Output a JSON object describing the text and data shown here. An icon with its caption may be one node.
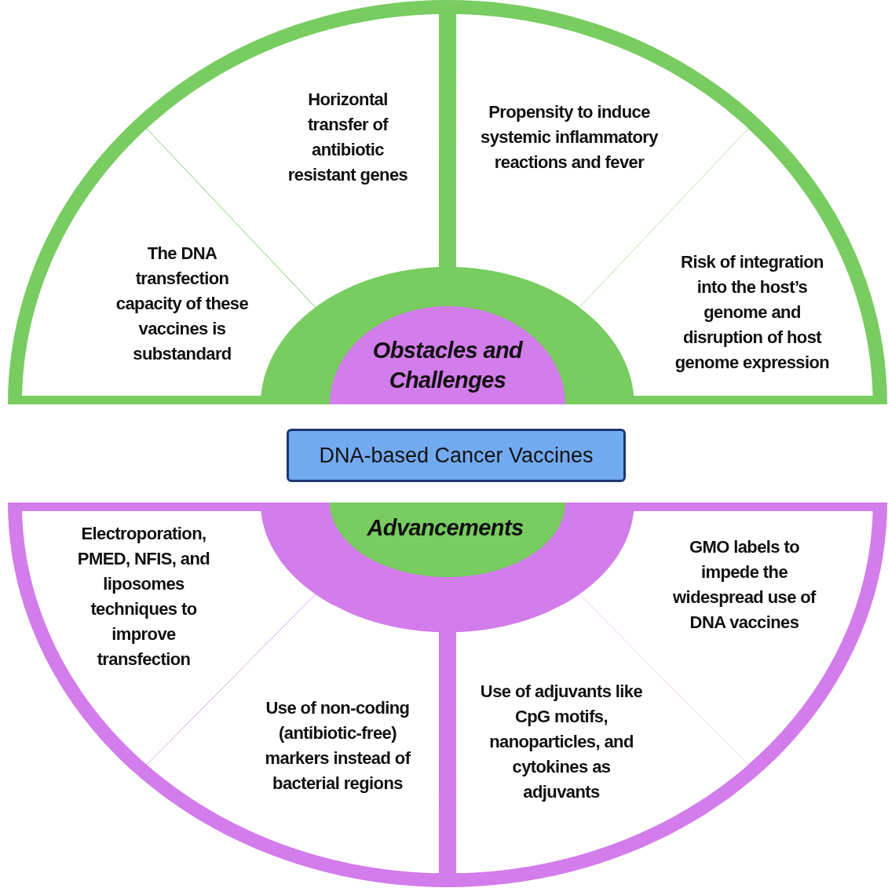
{
  "diagram": {
    "nodes": [
      {
        "text": [
          "Horizontal transfer of antibiotic resistant genes"
        ]
      },
      {
        "text": [
          "Propensity to induce systemic inflammatory reactions and fever"
        ]
      },
      {
        "text": [
          "The DNA transfection capacity of these vaccines is substandard"
        ]
      },
      {
        "text": [
          "Risk of integration into the host’s genome and disruption of host genome expression"
        ]
      },
      {
        "text": [
          "Obstacles and Challenges"
        ]
      },
      {
        "text": [
          "DNA-based Cancer Vaccines"
        ]
      },
      {
        "text": [
          "Advancements"
        ]
      },
      {
        "text": [
          "Electroporation, PMED, NFIS, and liposomes techniques to improve transfection"
        ]
      },
      {
        "text": [
          "GMO labels to impede the widespread use of DNA vaccines"
        ]
      },
      {
        "text": [
          "Use of adjuvants like CpG motifs, nanoparticles, and cytokines as adjuvants"
        ]
      },
      {
        "text": [
          "Use of non-coding (antibiotic-free) markers instead of bacterial regions"
        ]
      }
    ]
  }
}
